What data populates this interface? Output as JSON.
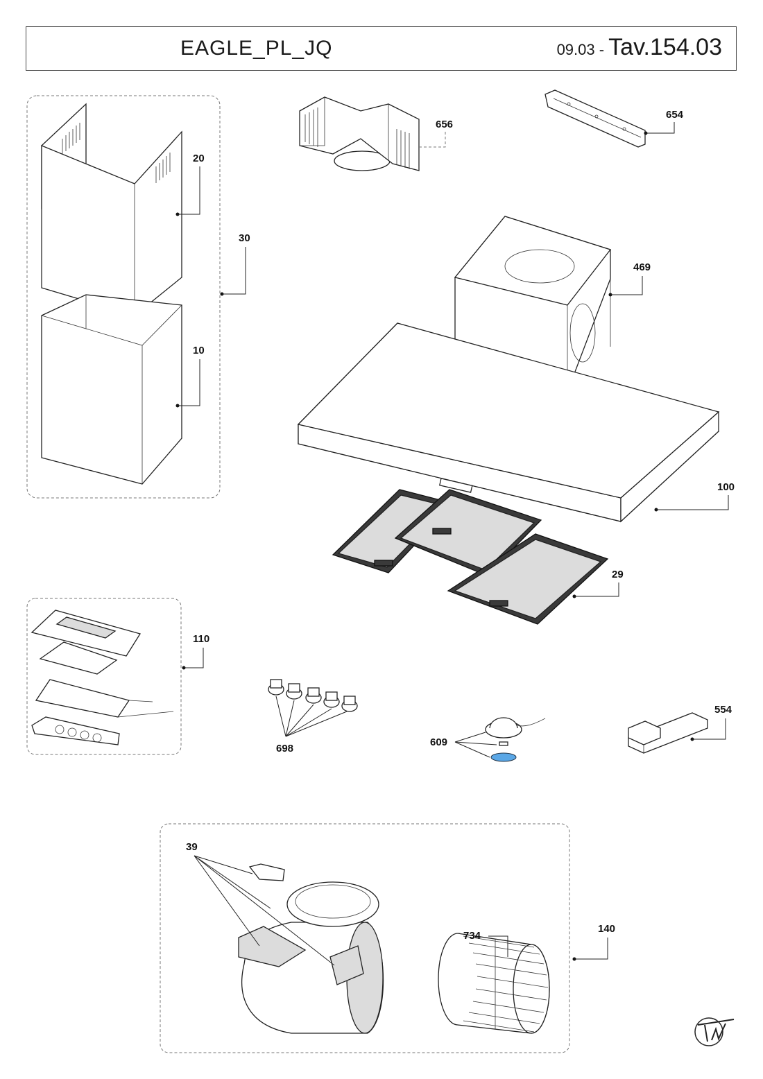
{
  "header": {
    "model": "EAGLE_PL_JQ",
    "date": "09.03 - ",
    "table": "Tav.154.03"
  },
  "parts": {
    "p10": "10",
    "p20": "20",
    "p29": "29",
    "p30": "30",
    "p39": "39",
    "p100": "100",
    "p110": "110",
    "p140": "140",
    "p469": "469",
    "p554": "554",
    "p609": "609",
    "p654": "654",
    "p656": "656",
    "p698": "698",
    "p734": "734"
  },
  "icons": {
    "logo": "tw-logo"
  }
}
